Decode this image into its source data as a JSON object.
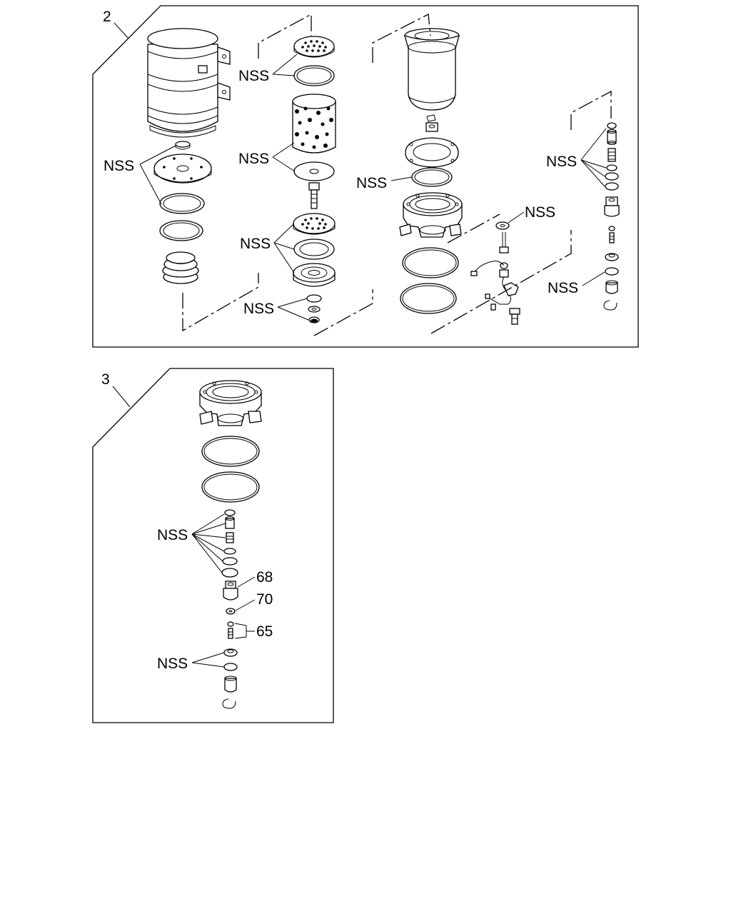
{
  "panels": [
    {
      "id": "2",
      "number": "2"
    },
    {
      "id": "3",
      "number": "3"
    }
  ],
  "labels": {
    "nss": "NSS",
    "ref_68": "68",
    "ref_70": "70",
    "ref_65": "65"
  }
}
